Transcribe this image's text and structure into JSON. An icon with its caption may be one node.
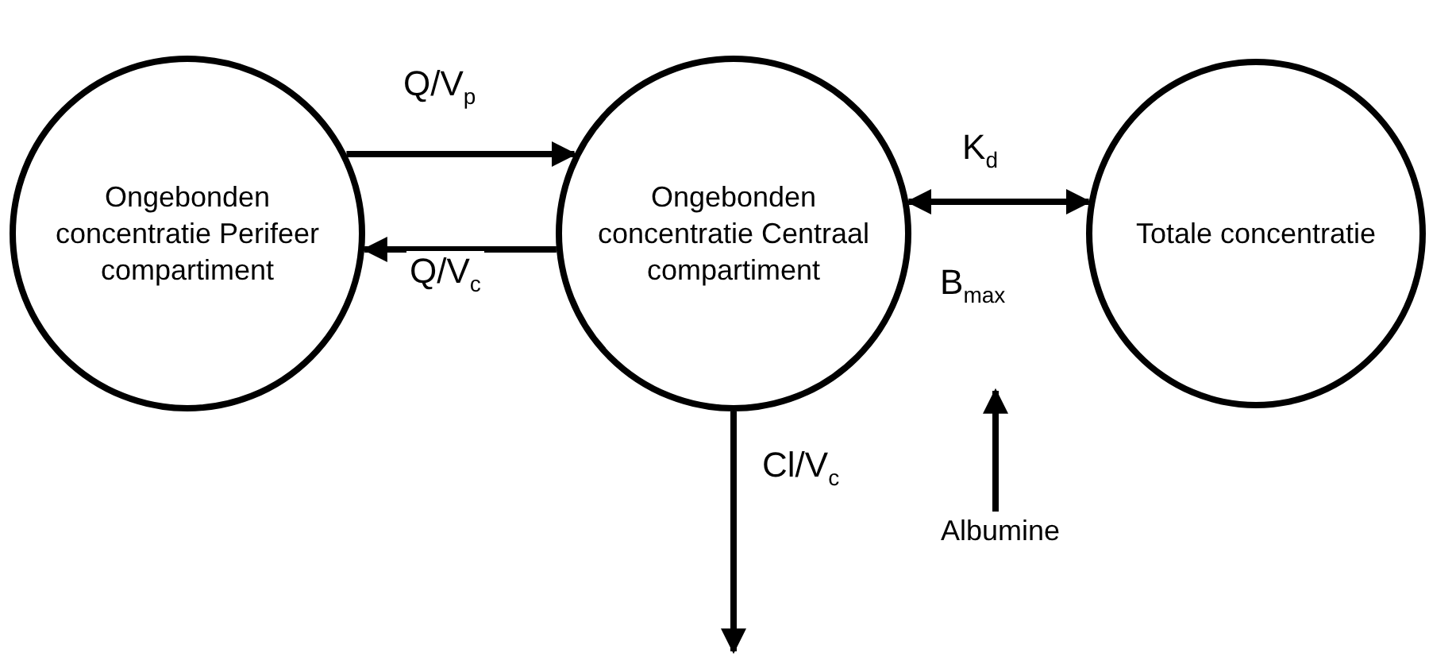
{
  "diagram": {
    "nodes": [
      {
        "text": [
          "Ongebonden concentratie Perifeer compartiment"
        ]
      },
      {
        "text": [
          "Ongebonden concentratie Centraal compartiment"
        ]
      },
      {
        "text": [
          "Totale concentratie"
        ]
      },
      {
        "text": [
          "Albumine"
        ]
      }
    ],
    "edges": [
      {
        "from": 0,
        "to": 1,
        "arrow": "to",
        "label": "Q/V$_{p}$"
      },
      {
        "from": 1,
        "to": 0,
        "arrow": "to",
        "label": "Q/V$_{c}$"
      },
      {
        "from": 1,
        "to": 2,
        "arrow": "both",
        "label": "K$_{d}$"
      },
      {
        "from": 1,
        "to": null,
        "arrow": "to",
        "label": "Cl/V$_{c}$"
      },
      {
        "from": 3,
        "to": null,
        "arrow": "to"
      }
    ],
    "labels": [
      "B$_{max}$"
    ]
  }
}
